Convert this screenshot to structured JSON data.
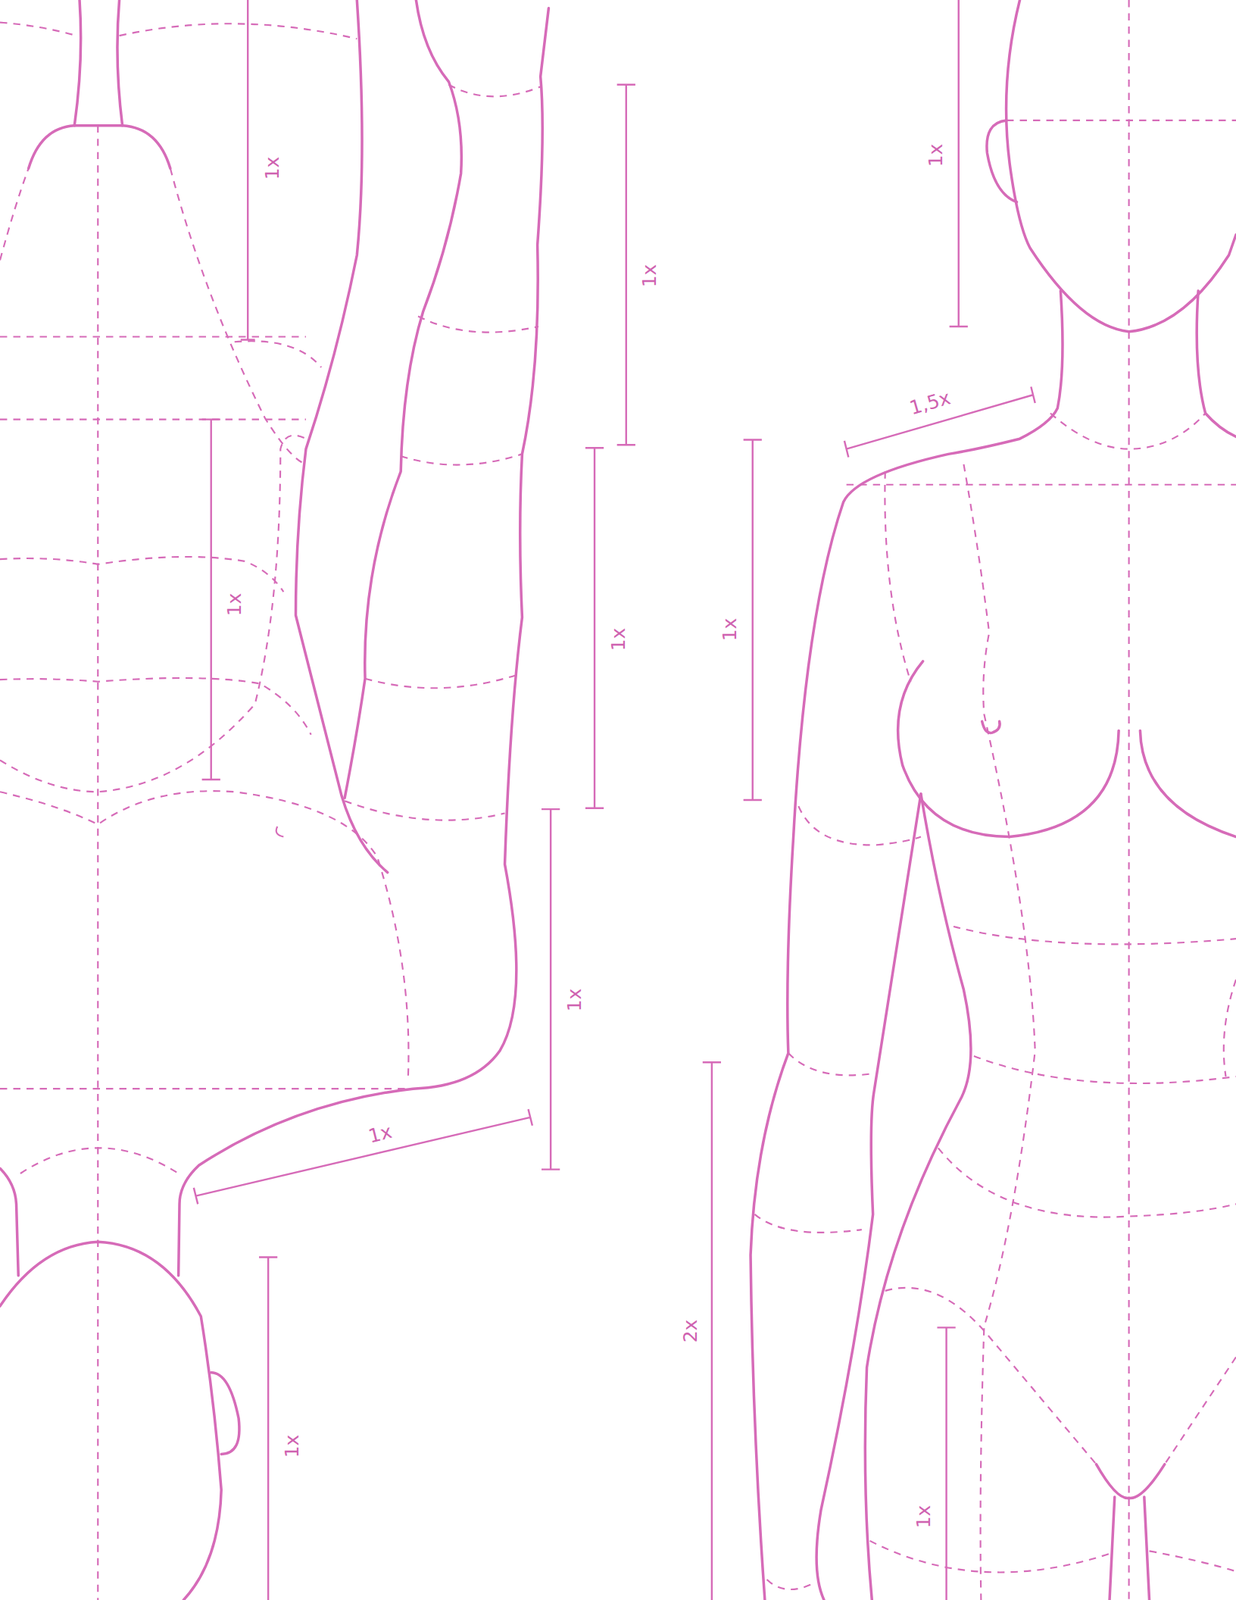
{
  "diagram": {
    "labels": [
      "1x",
      "1x",
      "1x",
      "1,5x",
      "1x",
      "1x",
      "1x",
      "1x",
      "1x",
      "2x",
      "1x",
      "1x"
    ]
  }
}
